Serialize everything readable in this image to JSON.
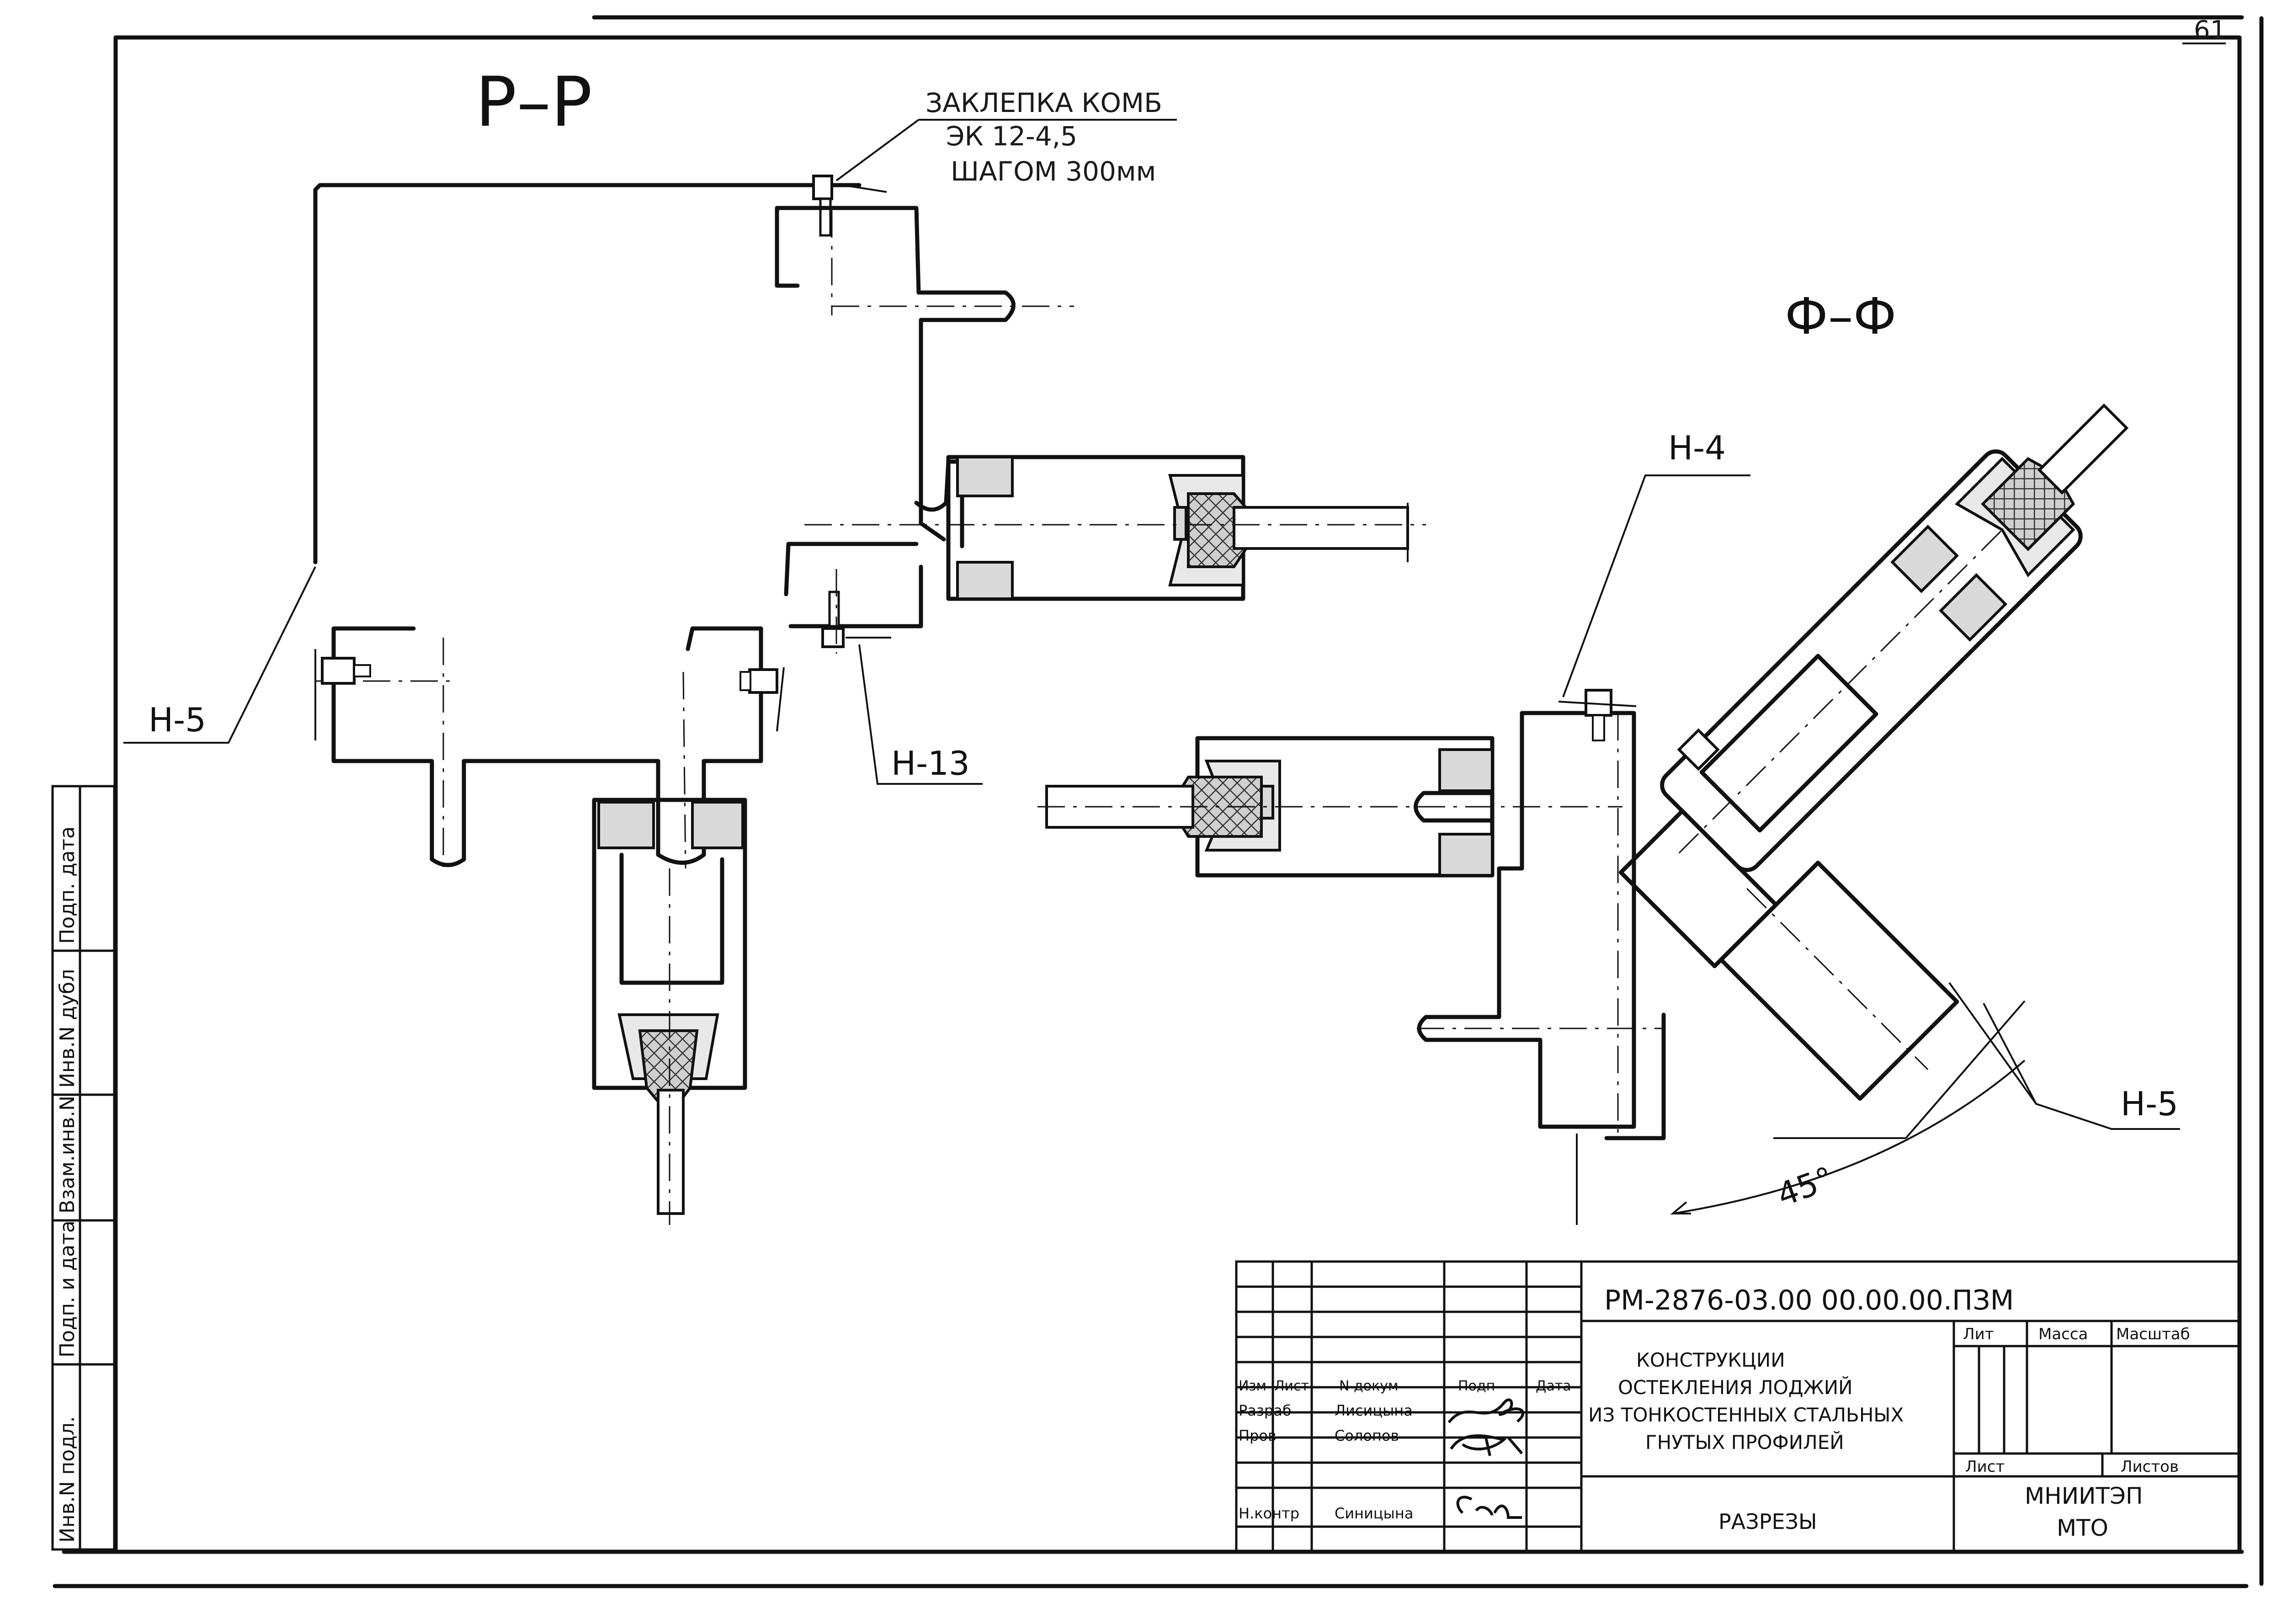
{
  "sheet": {
    "number": "61"
  },
  "sections": {
    "left": {
      "title": "Р–Р"
    },
    "right": {
      "title": "Ф–Ф"
    }
  },
  "callouts": {
    "rivet": {
      "line1": "ЗАКЛЕПКА КОМБ",
      "line2": "ЭК 12-4,5",
      "line3": "ШАГОМ 300мм"
    },
    "n5_left": "Н-5",
    "n13": "Н-13",
    "n4": "Н-4",
    "n5_right": "Н-5",
    "angle": "45°"
  },
  "side_stamp": {
    "cells": [
      "Подп. дата",
      "Инв.N дубл",
      "Взам.инв.N",
      "Подп. и дата",
      "Инв.N подл."
    ]
  },
  "title_block": {
    "designation": "РМ-2876-03.00 00.00.00.ПЗМ",
    "headers": {
      "izm": "Изм",
      "list": "Лист",
      "ndokum": "N докум",
      "podp": "Подп",
      "data": "Дата"
    },
    "roles": [
      {
        "role": "Разраб",
        "name": "Лисицына"
      },
      {
        "role": "Пров",
        "name": "Солопов"
      },
      {
        "role": "Н.контр",
        "name": "Синицына"
      }
    ],
    "title_lines": [
      "КОНСТРУКЦИИ",
      "ОСТЕКЛЕНИЯ ЛОДЖИЙ",
      "ИЗ ТОНКОСТЕННЫХ СТАЛЬНЫХ",
      "ГНУТЫХ ПРОФИЛЕЙ"
    ],
    "col_lit": "Лит",
    "col_mass": "Масса",
    "col_scale": "Масштаб",
    "sheet_label": "Лист",
    "sheets_label": "Листов",
    "sheet_name": "РАЗРЕЗЫ",
    "org_line1": "МНИИТЭП",
    "org_line2": "МТО"
  }
}
